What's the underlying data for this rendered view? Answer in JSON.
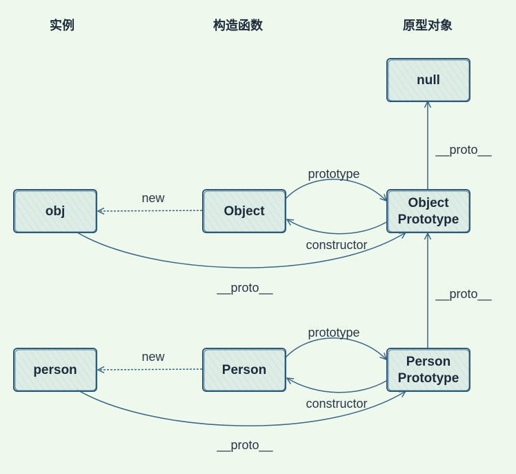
{
  "headers": {
    "instance": "实例",
    "constructor_fn": "构造函数",
    "prototype_obj": "原型对象"
  },
  "nodes": {
    "null": "null",
    "obj": "obj",
    "object": "Object",
    "object_prototype": [
      "Object",
      "Prototype"
    ],
    "person": "person",
    "person_ctor": "Person",
    "person_prototype": [
      "Person",
      "Prototype"
    ]
  },
  "edges": {
    "new_obj": "new",
    "new_person": "new",
    "prototype_object": "prototype",
    "constructor_object": "constructor",
    "prototype_person": "prototype",
    "constructor_person": "constructor",
    "proto_objproto_null": "__proto__",
    "proto_personproto_objproto": "__proto__",
    "proto_obj": "__proto__",
    "proto_person": "__proto__"
  },
  "colors": {
    "background": "#eef8ec",
    "node_fill": "#cfe3e2",
    "node_stroke": "#2e5b7c",
    "edge": "#3a6587",
    "text": "#1d2a3a"
  }
}
